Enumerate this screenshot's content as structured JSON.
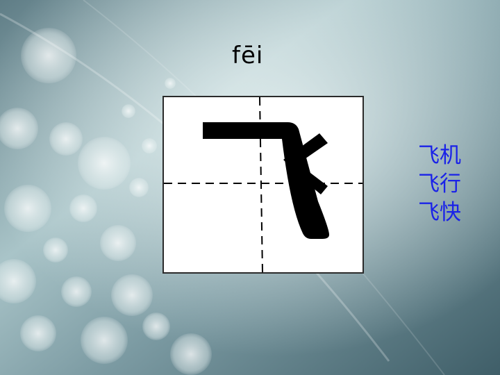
{
  "slide": {
    "pinyin": "fēi",
    "character": "飞",
    "words": [
      "飞机",
      "飞行",
      "飞快"
    ]
  },
  "colors": {
    "words": "#1a22e8",
    "character": "#000000",
    "grid_lines": "#000000",
    "background": "#6f8f98"
  }
}
